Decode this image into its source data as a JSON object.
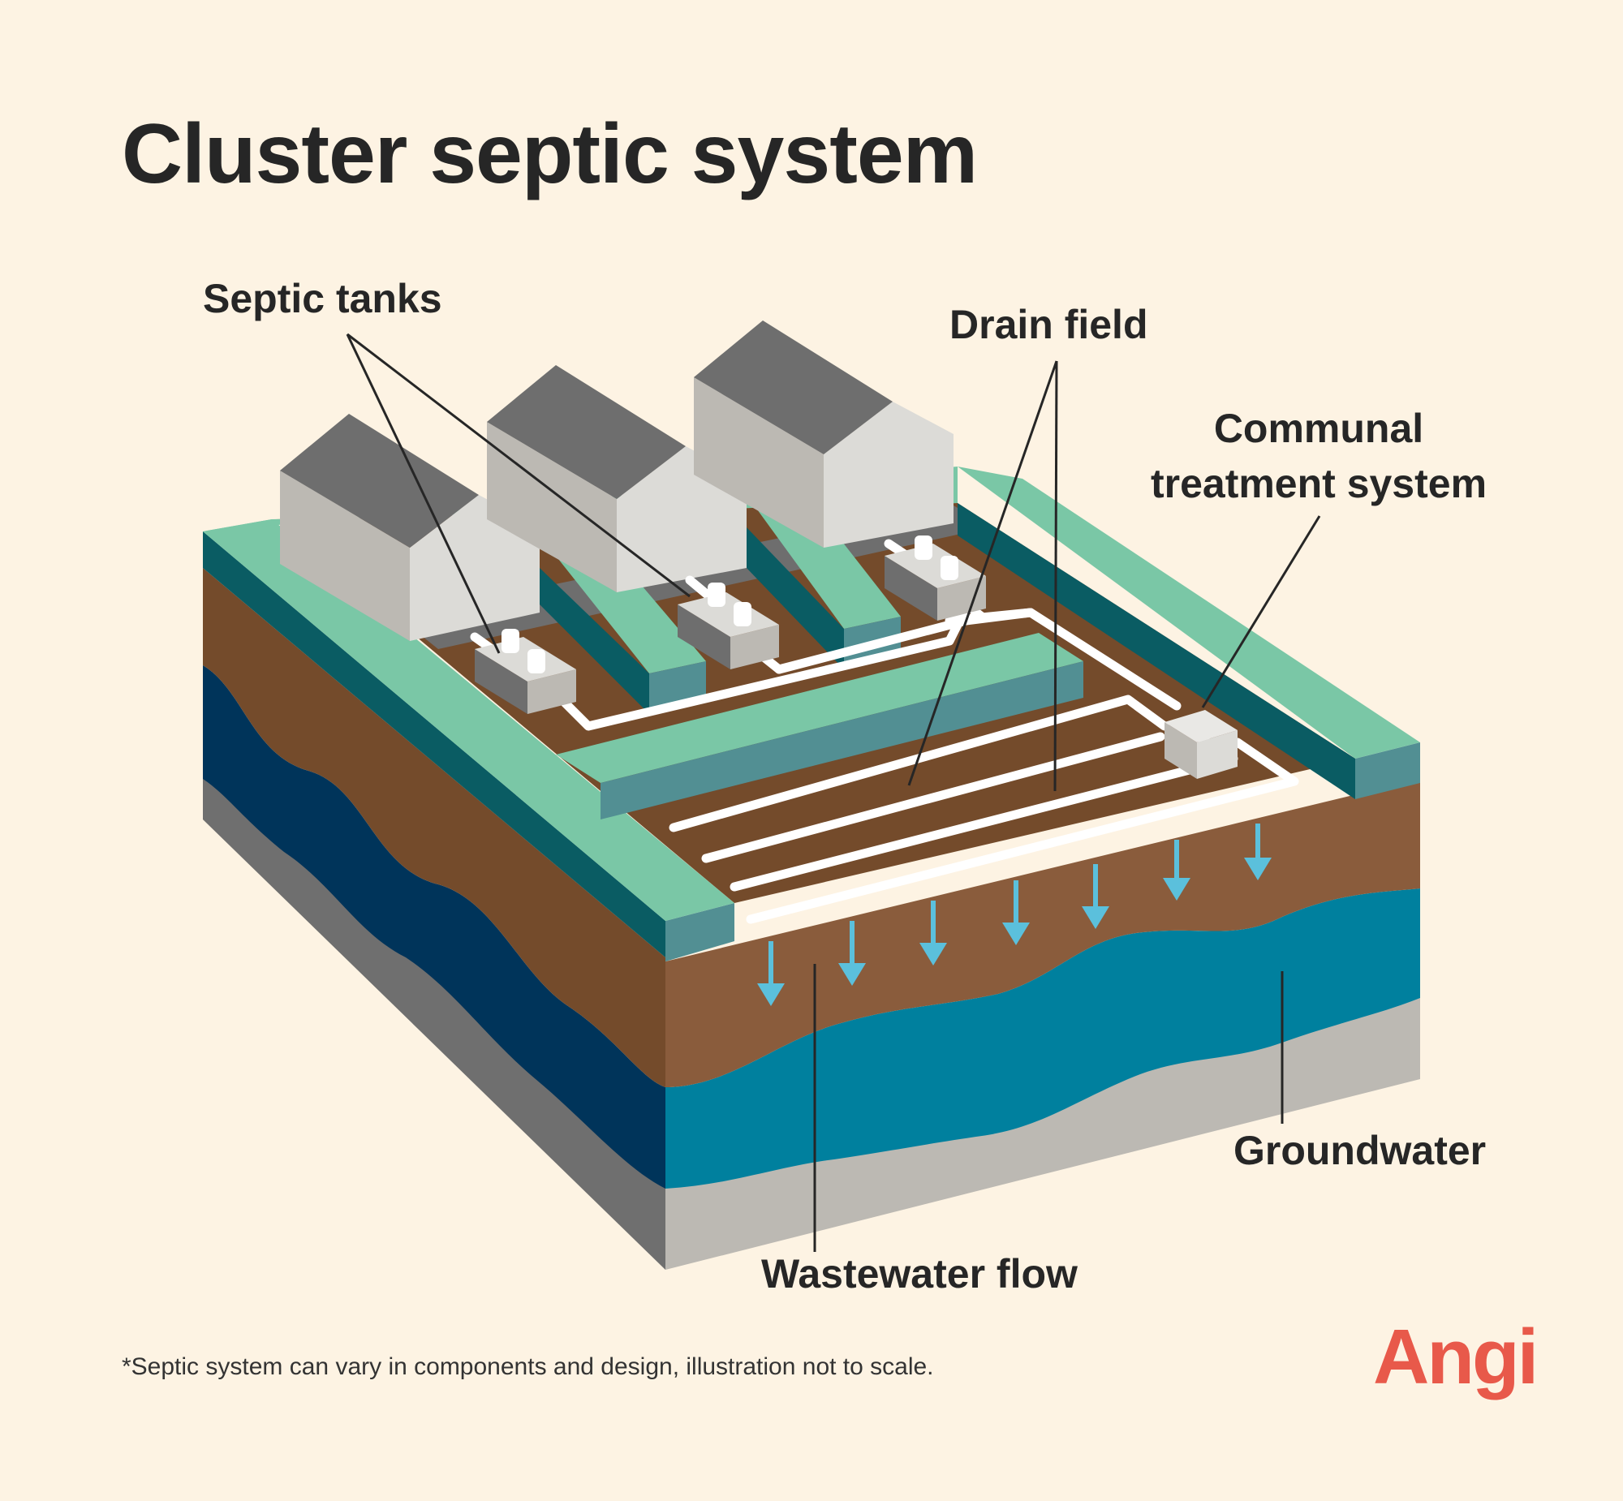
{
  "title": "Cluster septic system",
  "labels": {
    "septic_tanks": "Septic tanks",
    "drain_field": "Drain field",
    "communal_line1": "Communal",
    "communal_line2": "treatment system",
    "groundwater": "Groundwater",
    "wastewater_flow": "Wastewater flow"
  },
  "footnote": "*Septic system can vary in components and design, illustration not to scale.",
  "brand": {
    "name": "Angi",
    "color": "#e8594a"
  },
  "colors": {
    "background": "#fdf3e3",
    "grass": "#7ac7a6",
    "grass_side": "#0a5c63",
    "soil": "#744b2b",
    "soil_front": "#8a5c3c",
    "groundwater": "#00809e",
    "groundwater_side": "#00345a",
    "bedrock": "#bcb9b3",
    "bedrock_side": "#6f6f6f",
    "house_roof": "#6e6e6e",
    "house_wall": "#bcb9b3",
    "house_wall_light": "#dcdbd7",
    "pipe": "#ffffff",
    "arrow": "#5bc0dc"
  }
}
